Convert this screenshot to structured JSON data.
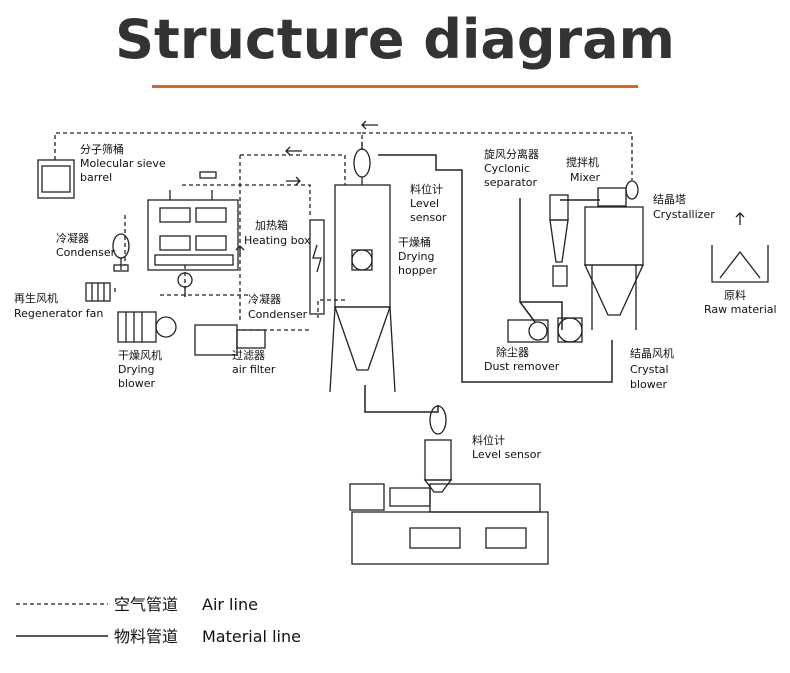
{
  "title": "Structure diagram",
  "colors": {
    "accent": "#d9651e",
    "title": "#333333",
    "line": "#222222"
  },
  "components": {
    "molecular_sieve": {
      "zh": "分子筛桶",
      "en1": "Molecular sieve",
      "en2": "barrel"
    },
    "condenser_left": {
      "zh": "冷凝器",
      "en": "Condenser"
    },
    "regenerator_fan": {
      "zh": "再生风机",
      "en": "Regenerator fan"
    },
    "drying_blower": {
      "zh": "干燥风机",
      "en1": "Drying",
      "en2": "blower"
    },
    "air_filter": {
      "zh": "过滤器",
      "en": "air filter"
    },
    "condenser_mid": {
      "zh": "冷凝器",
      "en": "Condenser"
    },
    "heating_box": {
      "zh": "加热箱",
      "en": "Heating box"
    },
    "level_sensor_top": {
      "zh": "料位计",
      "en1": "Level",
      "en2": "sensor"
    },
    "drying_hopper": {
      "zh": "干燥桶",
      "en1": "Drying",
      "en2": "hopper"
    },
    "cyclonic_separator": {
      "zh": "旋风分离器",
      "en1": "Cyclonic",
      "en2": "separator"
    },
    "mixer": {
      "zh": "搅拌机",
      "en": "Mixer"
    },
    "crystallizer": {
      "zh": "结晶塔",
      "en": "Crystallizer"
    },
    "raw_material": {
      "zh": "原料",
      "en": "Raw  material"
    },
    "dust_remover": {
      "zh": "除尘器",
      "en": "Dust remover"
    },
    "crystal_blower": {
      "zh": "结晶风机",
      "en1": "Crystal",
      "en2": "blower"
    },
    "level_sensor_bottom": {
      "zh": "料位计",
      "en": "Level sensor"
    }
  },
  "legend": {
    "air": {
      "zh": "空气管道",
      "en": "Air line"
    },
    "material": {
      "zh": "物料管道",
      "en": "Material line"
    }
  }
}
